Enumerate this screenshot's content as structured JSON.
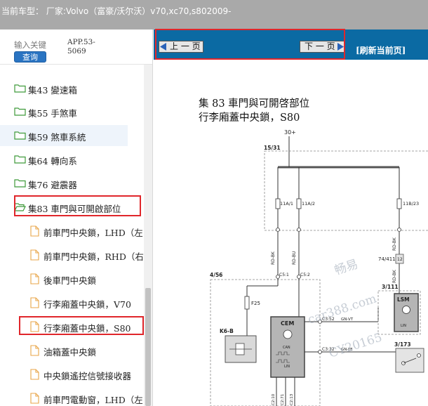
{
  "header": {
    "title": "当前车型： 厂家:Volvo（富豪/沃尔沃）v70,xc70,s802009-"
  },
  "search": {
    "placeholder": "输入关键",
    "button_label": "查询",
    "app_code": "APP.53-5069"
  },
  "tree": [
    {
      "label": "集43 變速箱",
      "kind": "folder",
      "level": 0
    },
    {
      "label": "集55 手煞車",
      "kind": "folder",
      "level": 0
    },
    {
      "label": "集59 煞車系統",
      "kind": "folder",
      "level": 0,
      "highlight": true
    },
    {
      "label": "集64 轉向系",
      "kind": "folder",
      "level": 0
    },
    {
      "label": "集76 避震器",
      "kind": "folder",
      "level": 0
    },
    {
      "label": "集83 車門與可開啟部位",
      "kind": "folder-open",
      "level": 0
    },
    {
      "label": "前車門中央鎖，LHD（左",
      "kind": "file",
      "level": 1
    },
    {
      "label": "前車門中央鎖，RHD（右",
      "kind": "file",
      "level": 1
    },
    {
      "label": "後車門中央鎖",
      "kind": "file",
      "level": 1
    },
    {
      "label": "行李廂蓋中央鎖，V70",
      "kind": "file",
      "level": 1
    },
    {
      "label": "行李廂蓋中央鎖，S80",
      "kind": "file",
      "level": 1
    },
    {
      "label": "油箱蓋中央鎖",
      "kind": "file",
      "level": 1
    },
    {
      "label": "中央鎖遙控信號接收器",
      "kind": "file",
      "level": 1
    },
    {
      "label": "前車門電動窗，LHD（左",
      "kind": "file",
      "level": 1
    }
  ],
  "toolbar": {
    "prev_label": "上 一 页",
    "next_label": "下 一 页",
    "refresh_label": "[刷新当前页]"
  },
  "diagram": {
    "title_line1": "集 83  車門與可開啓部位",
    "title_line2": "行李廂蓋中央鎖，S80",
    "labels": {
      "supply": "30+",
      "fusebox": "15/31",
      "fuse1": "11A/1",
      "fuse2": "11A/2",
      "fuse3": "11B/23",
      "wire1": "RD-BK",
      "wire2": "RD-BU",
      "wire3": "RD-BK",
      "conn1": "C5:1",
      "conn2": "C5:2",
      "node74": "74/411",
      "node12": "12",
      "cem_box": "4/56",
      "fuse_f25": "F25",
      "relay": "K6-B",
      "cem": "CEM",
      "can": "CAN",
      "lin": "LIN",
      "c352": "C3:52",
      "gnvt": "GN-VT",
      "c332": "C3:32",
      "gnye": "GN-YE",
      "lsm_id": "3/111",
      "lsm": "LSM",
      "lsm_lin": "LIN",
      "node173": "3/173",
      "bottom1": "C2:10",
      "bottom2": "C2:71",
      "bottom3": "C2:13"
    },
    "watermark": {
      "line1": "畅易",
      "line2": "car388.com",
      "line3": "CY20165"
    }
  }
}
